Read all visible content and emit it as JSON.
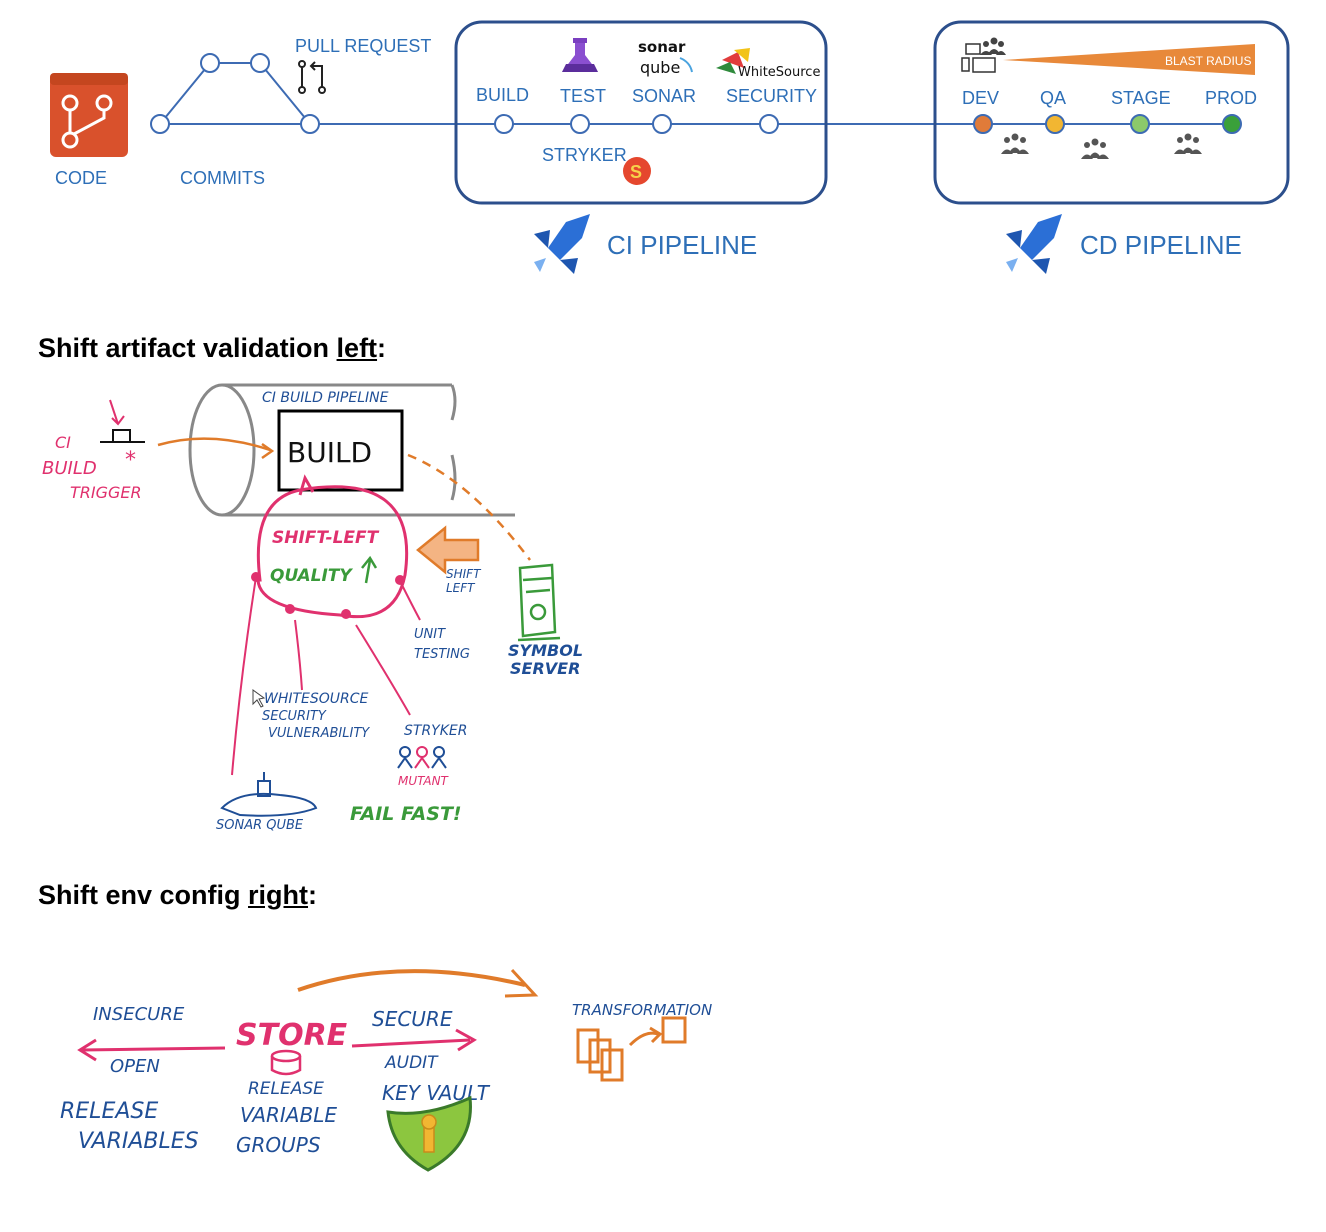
{
  "pipeline": {
    "code_label": "CODE",
    "commits_label": "COMMITS",
    "pull_request_label": "PULL REQUEST",
    "ci": {
      "stages": [
        "BUILD",
        "TEST",
        "SONAR",
        "SECURITY"
      ],
      "stryker_label": "STRYKER",
      "title": "CI PIPELINE",
      "sonar_logo_line1": "sonar",
      "sonar_logo_line2": "qube",
      "whitesource_logo": "WhiteSource",
      "stryker_badge": "S"
    },
    "cd": {
      "stages": [
        "DEV",
        "QA",
        "STAGE",
        "PROD"
      ],
      "stage_colors": [
        "#e07b39",
        "#f2b632",
        "#8cc96a",
        "#3aa03a"
      ],
      "blast_radius_label": "BLAST RADIUS",
      "title": "CD PIPELINE"
    }
  },
  "section_left": {
    "heading_prefix": "Shift artifact validation ",
    "heading_emphasis": "left",
    "heading_suffix": ":",
    "ci_build_pipeline": "CI BUILD PIPELINE",
    "build": "BUILD",
    "trigger_line1": "CI",
    "trigger_line2": "BUILD",
    "trigger_line3": "TRIGGER",
    "shift_left_title": "SHIFT-LEFT",
    "quality": "QUALITY",
    "shift_left_arrow_line1": "SHIFT",
    "shift_left_arrow_line2": "LEFT",
    "unit_testing_line1": "UNIT",
    "unit_testing_line2": "TESTING",
    "symbol_server_line1": "SYMBOL",
    "symbol_server_line2": "SERVER",
    "whitesource_line1": "WHITESOURCE",
    "whitesource_line2": "SECURITY",
    "whitesource_line3": "VULNERABILITY",
    "stryker": "STRYKER",
    "mutant": "MUTANT",
    "sonarqube": "SONAR QUBE",
    "fail_fast": "FAIL FAST!"
  },
  "section_right": {
    "heading_prefix": "Shift env config ",
    "heading_emphasis": "right",
    "heading_suffix": ":",
    "insecure": "INSECURE",
    "open": "OPEN",
    "store": "STORE",
    "secure": "SECURE",
    "audit": "AUDIT",
    "key_vault": "KEY VAULT",
    "release_variables_line1": "RELEASE",
    "release_variables_line2": "VARIABLES",
    "release_variable_groups_line1": "RELEASE",
    "release_variable_groups_line2": "VARIABLE",
    "release_variable_groups_line3": "GROUPS",
    "transformation": "TRANSFORMATION"
  }
}
